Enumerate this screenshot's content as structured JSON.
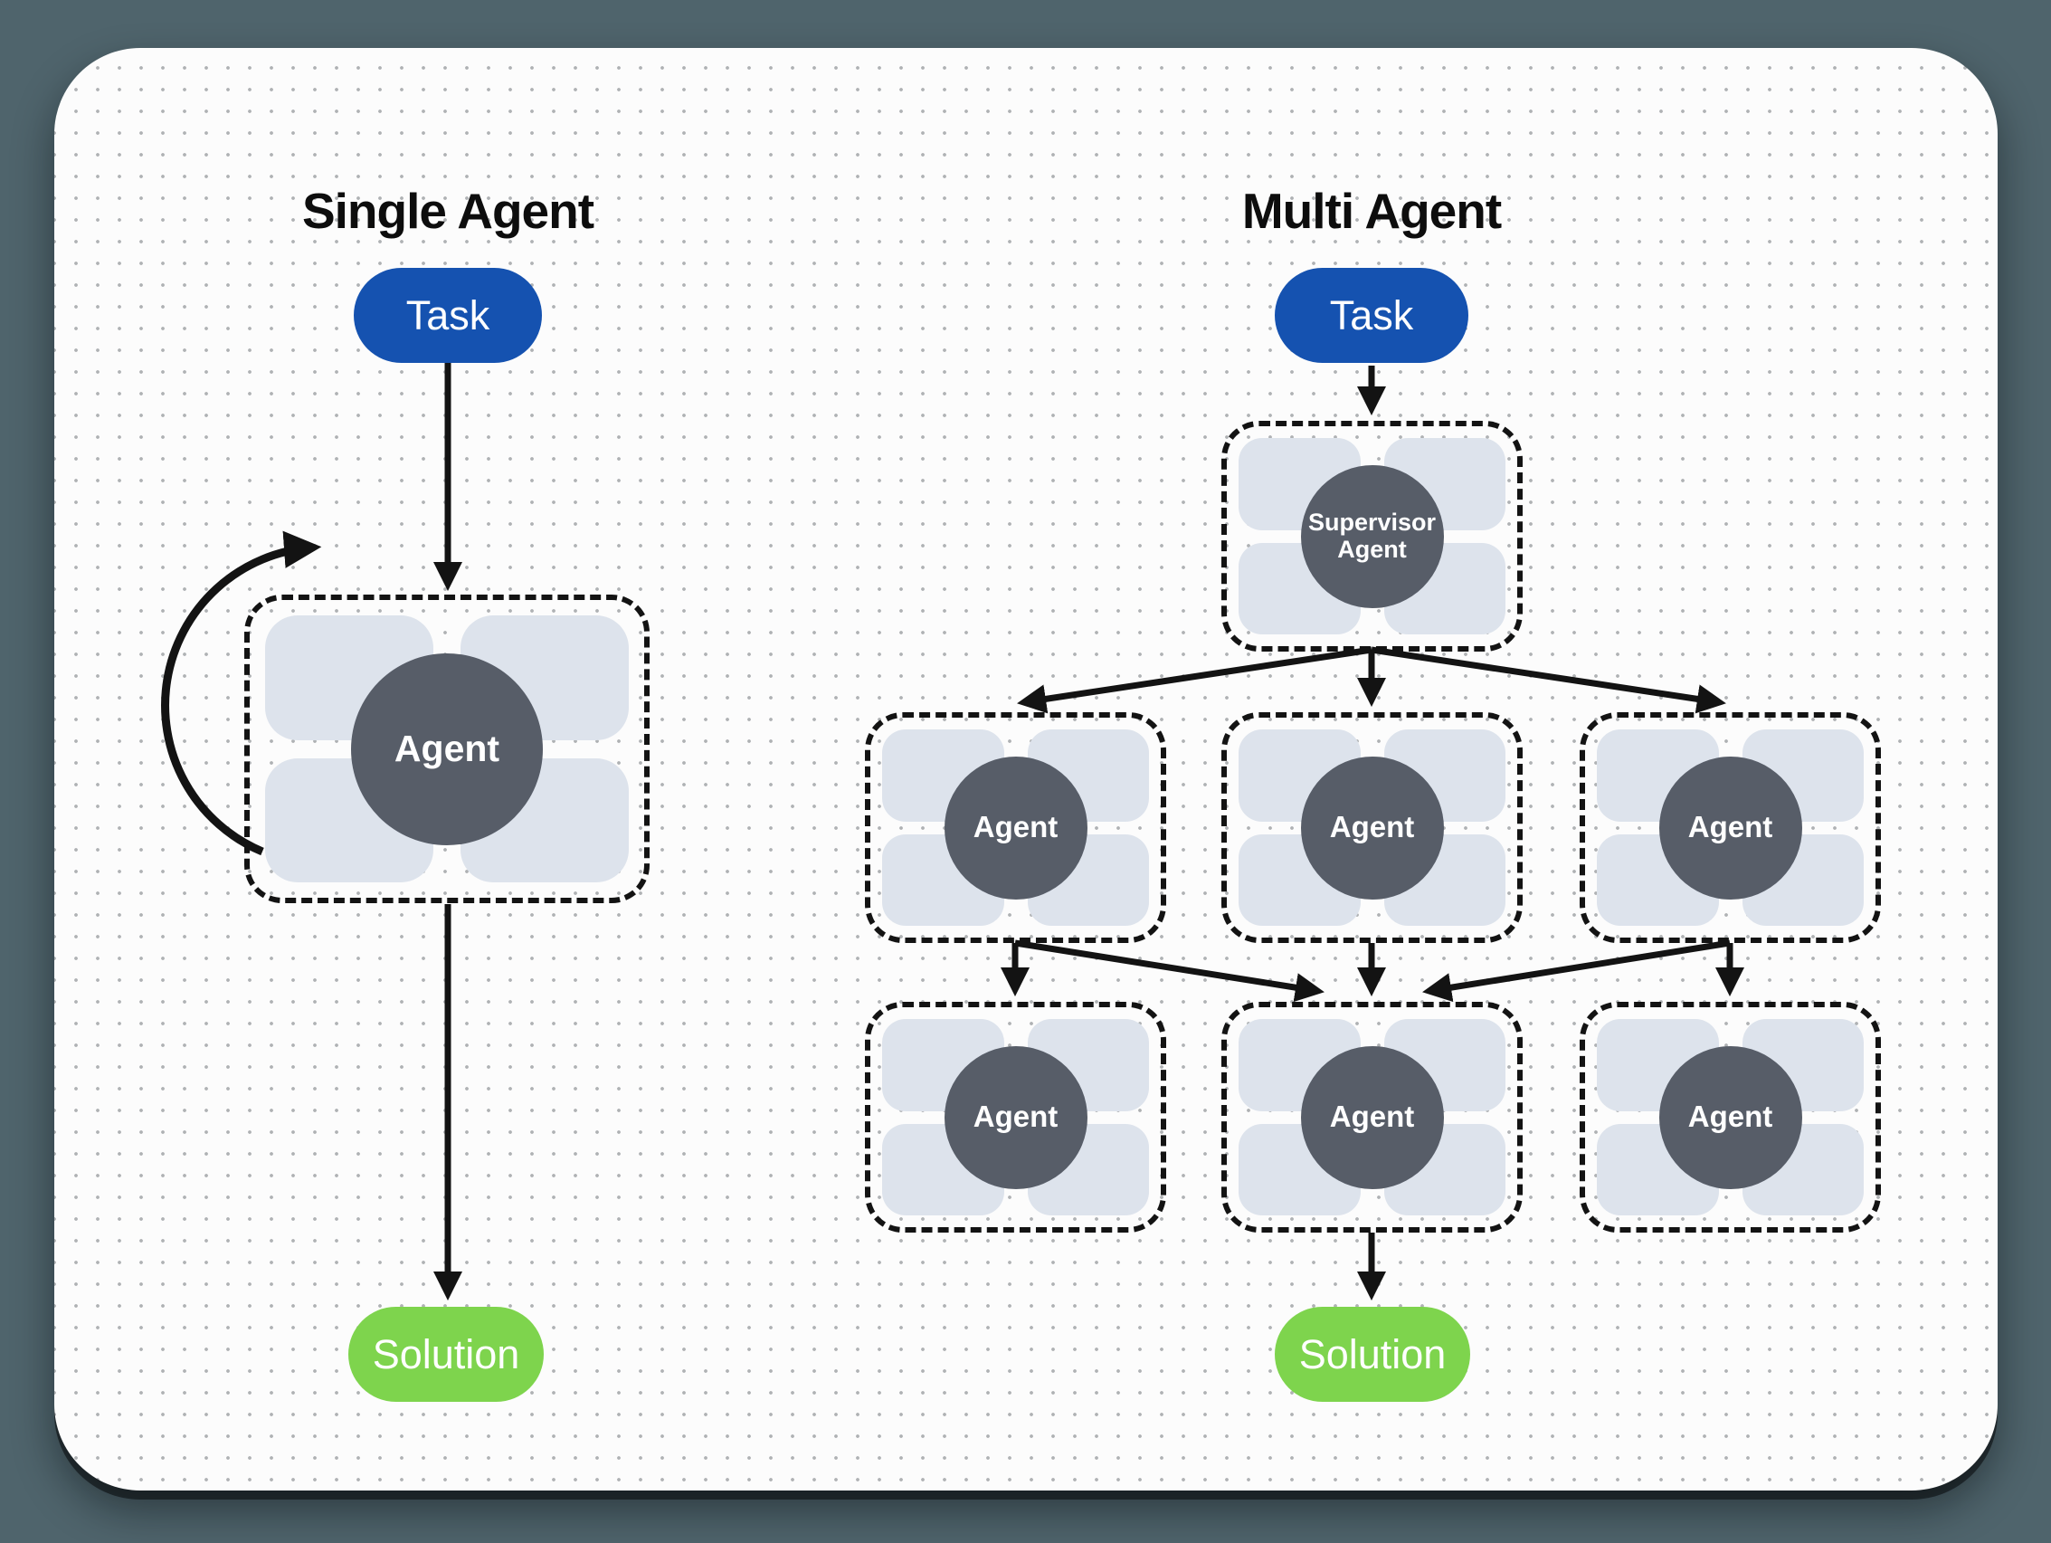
{
  "single_agent": {
    "title": "Single Agent",
    "task_label": "Task",
    "agent_label": "Agent",
    "solution_label": "Solution"
  },
  "multi_agent": {
    "title": "Multi Agent",
    "task_label": "Task",
    "supervisor_label_line1": "Supervisor",
    "supervisor_label_line2": "Agent",
    "worker_labels": [
      "Agent",
      "Agent",
      "Agent",
      "Agent",
      "Agent",
      "Agent"
    ],
    "solution_label": "Solution"
  },
  "colors": {
    "outer-bg": "#4f646c",
    "canvas-bg": "#fcfcfc",
    "dot-color": "#afb2b4",
    "line-color": "#131313",
    "task-fill": "#1552b0",
    "solution-fill": "#7ed44d",
    "agent-circle-fill": "#575d68",
    "slot-fill": "#dde3ec",
    "node-text": "#ffffff",
    "title-color": "#0d0d0d"
  }
}
